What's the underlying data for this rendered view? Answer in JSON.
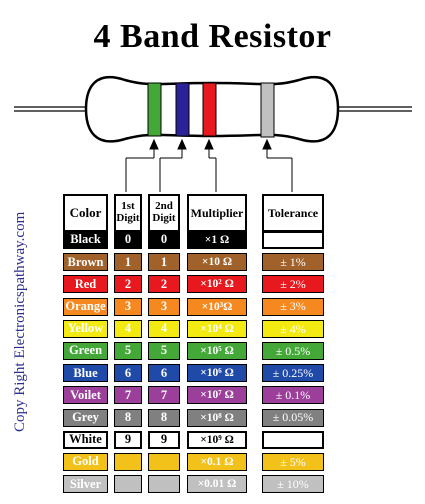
{
  "title": "4 Band Resistor",
  "copyright": "Copy Right Electronicspathway.com",
  "headers": {
    "color": "Color",
    "first": "1st Digit",
    "second": "2nd Digit",
    "multiplier": "Multiplier",
    "tolerance": "Tolerance"
  },
  "rows": [
    {
      "color": "Black",
      "digit": "0",
      "multiplier": "×1 Ω",
      "tolerance": "",
      "bg": "#000000",
      "fg": "#ffffff",
      "tol_bg": "#ffffff"
    },
    {
      "color": "Brown",
      "digit": "1",
      "multiplier": "×10 Ω",
      "tolerance": "± 1%",
      "bg": "#a0622a",
      "fg": "#ffffff",
      "tol_bg": "#a0622a"
    },
    {
      "color": "Red",
      "digit": "2",
      "multiplier": "×10² Ω",
      "tolerance": "± 2%",
      "bg": "#e8191e",
      "fg": "#ffffff",
      "tol_bg": "#e8191e"
    },
    {
      "color": "Orange",
      "digit": "3",
      "multiplier": "×10³Ω",
      "tolerance": "± 3%",
      "bg": "#f5891f",
      "fg": "#ffffff",
      "tol_bg": "#f5891f"
    },
    {
      "color": "Yellow",
      "digit": "4",
      "multiplier": "×10⁴ Ω",
      "tolerance": "± 4%",
      "bg": "#f2ea10",
      "fg": "#ffffff",
      "tol_bg": "#f2ea10"
    },
    {
      "color": "Green",
      "digit": "5",
      "multiplier": "×10⁵ Ω",
      "tolerance": "± 0.5%",
      "bg": "#43a838",
      "fg": "#ffffff",
      "tol_bg": "#43a838"
    },
    {
      "color": "Blue",
      "digit": "6",
      "multiplier": "×10⁶ Ω",
      "tolerance": "± 0.25%",
      "bg": "#1f4aa8",
      "fg": "#ffffff",
      "tol_bg": "#1f4aa8"
    },
    {
      "color": "Voilet",
      "digit": "7",
      "multiplier": "×10⁷ Ω",
      "tolerance": "± 0.1%",
      "bg": "#9b3f9b",
      "fg": "#ffffff",
      "tol_bg": "#9b3f9b"
    },
    {
      "color": "Grey",
      "digit": "8",
      "multiplier": "×10⁸ Ω",
      "tolerance": "± 0.05%",
      "bg": "#808080",
      "fg": "#ffffff",
      "tol_bg": "#808080"
    },
    {
      "color": "White",
      "digit": "9",
      "multiplier": "×10⁹ Ω",
      "tolerance": "",
      "bg": "#ffffff",
      "fg": "#000000",
      "tol_bg": "#ffffff"
    },
    {
      "color": "Gold",
      "digit": "",
      "multiplier": "×0.1 Ω",
      "tolerance": "± 5%",
      "bg": "#f2c21a",
      "fg": "#ffffff",
      "tol_bg": "#f2c21a",
      "digit_bg": "#f2c21a"
    },
    {
      "color": "Silver",
      "digit": "",
      "multiplier": "×0.01 Ω",
      "tolerance": "± 10%",
      "bg": "#c0c0c0",
      "fg": "#ffffff",
      "tol_bg": "#c0c0c0",
      "digit_bg": "#c0c0c0"
    }
  ],
  "bands": {
    "first": "#43a838",
    "second": "#2a2296",
    "multiplier": "#e8191e",
    "tolerance": "#c0c0c0"
  },
  "body_color": "#ffffff",
  "accent": "#2b2f8f"
}
